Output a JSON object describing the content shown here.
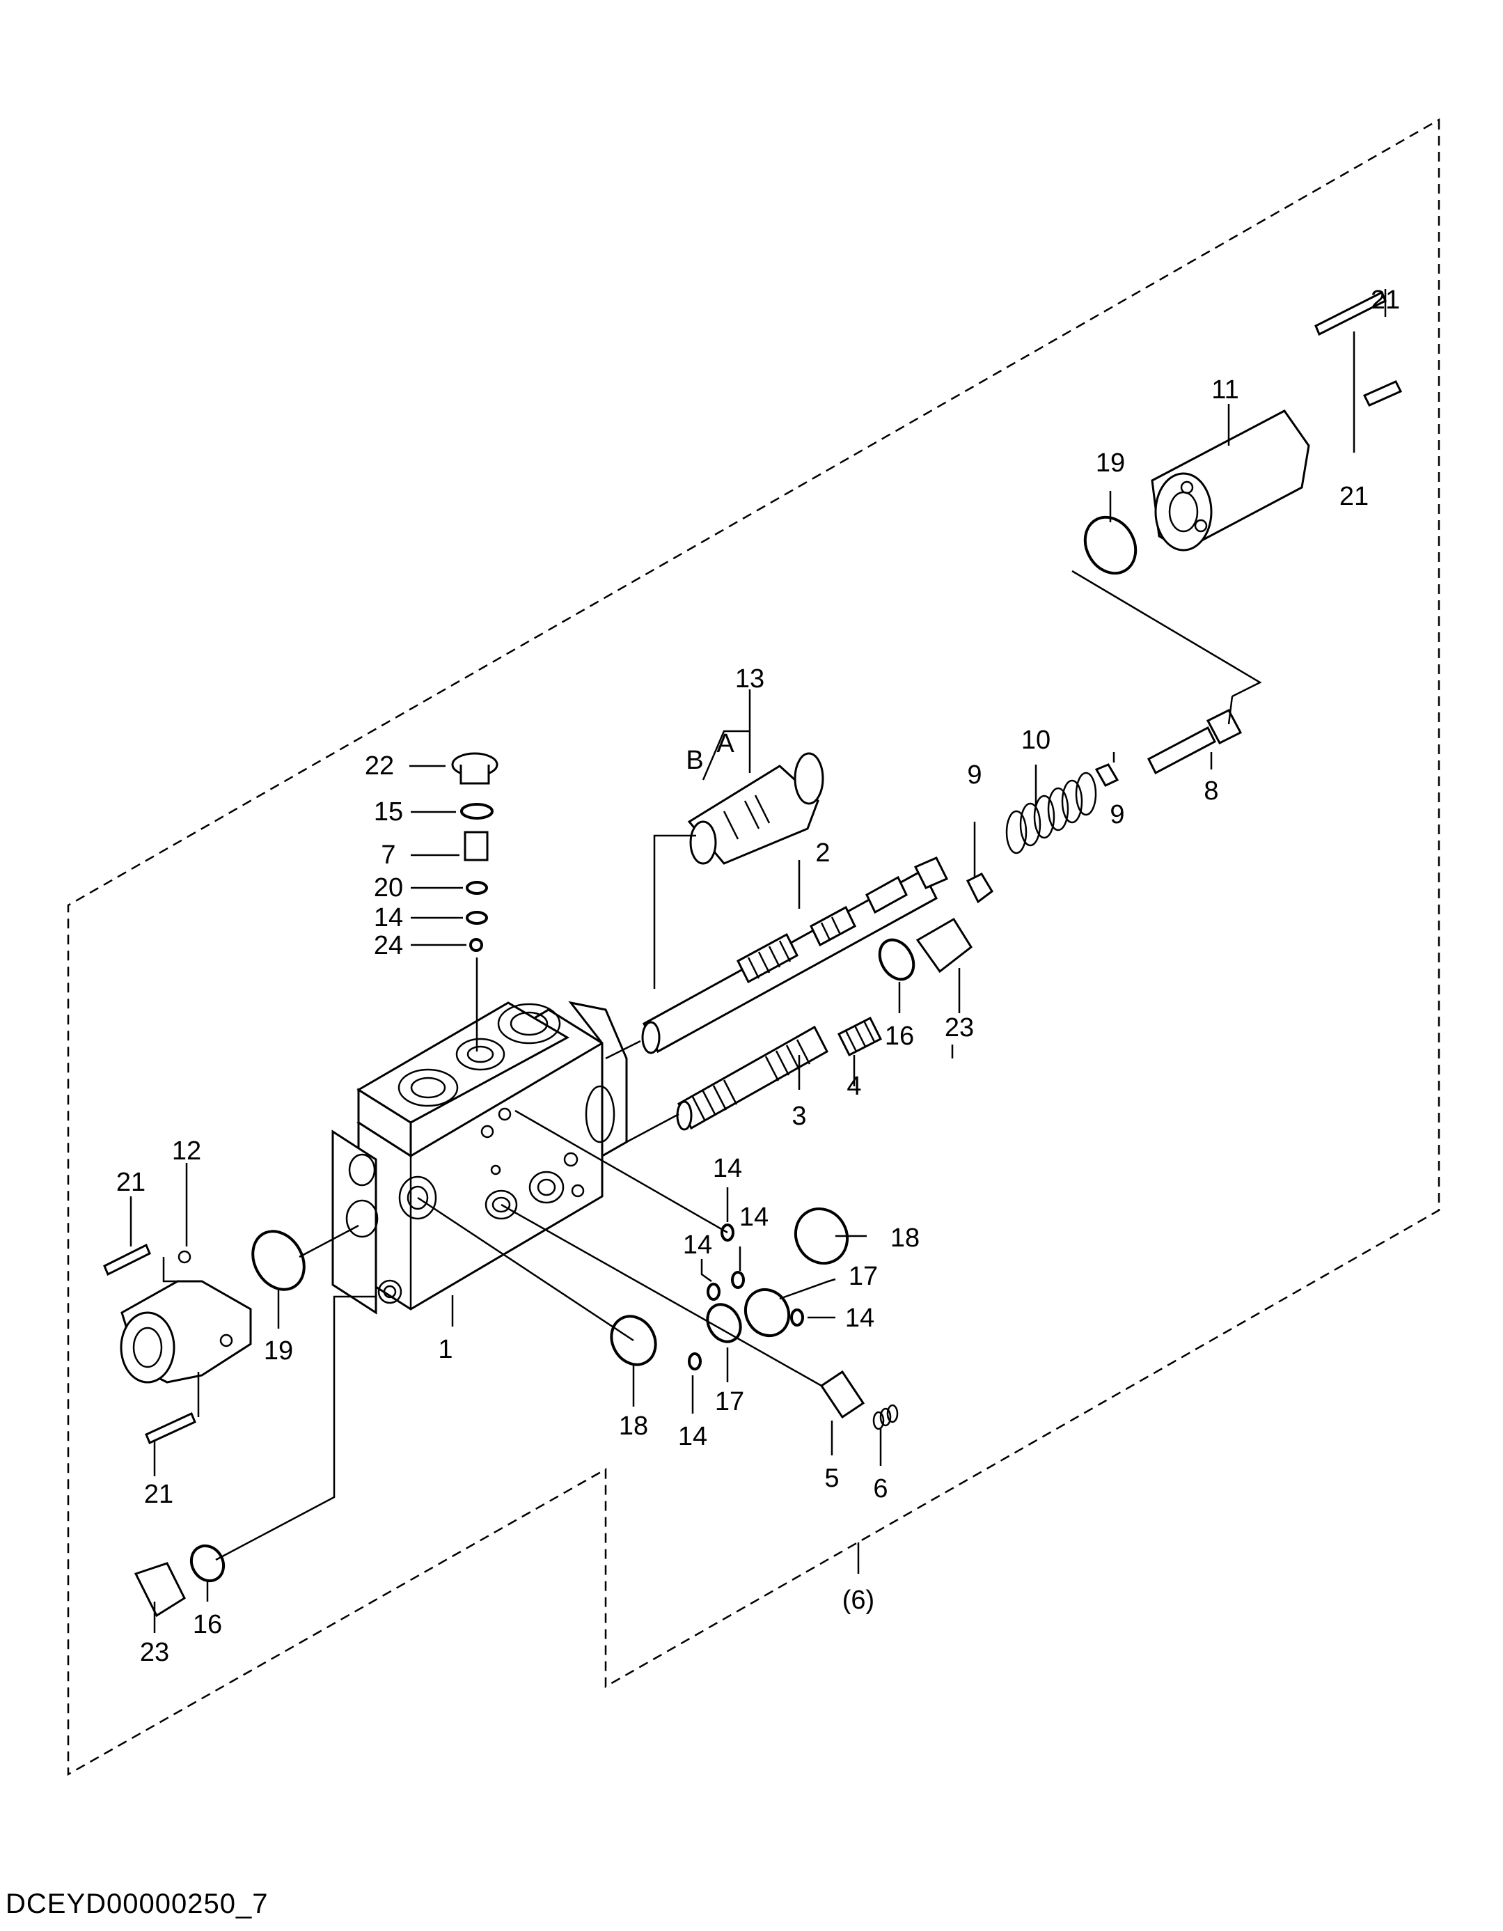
{
  "diagram": {
    "callouts": [
      {
        "id": "c1",
        "text": "1"
      },
      {
        "id": "c2",
        "text": "2"
      },
      {
        "id": "c3",
        "text": "3"
      },
      {
        "id": "c4",
        "text": "4"
      },
      {
        "id": "c5",
        "text": "5"
      },
      {
        "id": "c6",
        "text": "6"
      },
      {
        "id": "c7",
        "text": "7"
      },
      {
        "id": "c8",
        "text": "8"
      },
      {
        "id": "c9a",
        "text": "9"
      },
      {
        "id": "c9b",
        "text": "9"
      },
      {
        "id": "c10",
        "text": "10"
      },
      {
        "id": "c11",
        "text": "11"
      },
      {
        "id": "c12",
        "text": "12"
      },
      {
        "id": "c13",
        "text": "13"
      },
      {
        "id": "cA",
        "text": "A"
      },
      {
        "id": "cB",
        "text": "B"
      },
      {
        "id": "c14a",
        "text": "14"
      },
      {
        "id": "c14b",
        "text": "14"
      },
      {
        "id": "c14c",
        "text": "14"
      },
      {
        "id": "c14d",
        "text": "14"
      },
      {
        "id": "c14e",
        "text": "14"
      },
      {
        "id": "c14f",
        "text": "14"
      },
      {
        "id": "c15",
        "text": "15"
      },
      {
        "id": "c16a",
        "text": "16"
      },
      {
        "id": "c16b",
        "text": "16"
      },
      {
        "id": "c17a",
        "text": "17"
      },
      {
        "id": "c17b",
        "text": "17"
      },
      {
        "id": "c18a",
        "text": "18"
      },
      {
        "id": "c18b",
        "text": "18"
      },
      {
        "id": "c19a",
        "text": "19"
      },
      {
        "id": "c19b",
        "text": "19"
      },
      {
        "id": "c20",
        "text": "20"
      },
      {
        "id": "c21a",
        "text": "21"
      },
      {
        "id": "c21b",
        "text": "21"
      },
      {
        "id": "c21c",
        "text": "21"
      },
      {
        "id": "c21d",
        "text": "21"
      },
      {
        "id": "c22",
        "text": "22"
      },
      {
        "id": "c23a",
        "text": "23"
      },
      {
        "id": "c23b",
        "text": "23"
      },
      {
        "id": "c24",
        "text": "24"
      },
      {
        "id": "cAssy",
        "text": "(6)"
      }
    ],
    "drawing_code": "DCEYD00000250_7"
  }
}
